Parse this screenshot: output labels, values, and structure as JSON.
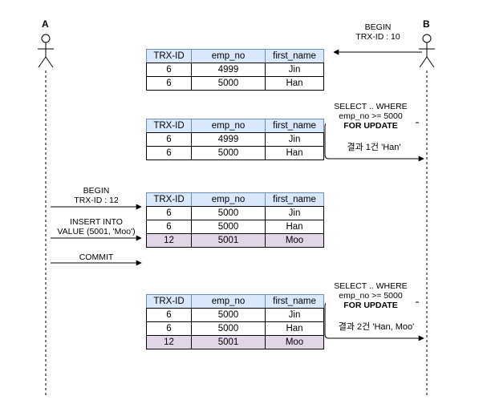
{
  "actors": [
    {
      "id": "A",
      "name": "A"
    },
    {
      "id": "B",
      "name": "B"
    }
  ],
  "table_columns": [
    "TRX-ID",
    "emp_no",
    "first_name"
  ],
  "tables": [
    {
      "rows": [
        [
          "6",
          "4999",
          "Jin"
        ],
        [
          "6",
          "5000",
          "Han"
        ]
      ],
      "highlight_rows": []
    },
    {
      "rows": [
        [
          "6",
          "4999",
          "Jin"
        ],
        [
          "6",
          "5000",
          "Han"
        ]
      ],
      "highlight_rows": []
    },
    {
      "rows": [
        [
          "6",
          "5000",
          "Jin"
        ],
        [
          "6",
          "5000",
          "Han"
        ],
        [
          "12",
          "5001",
          "Moo"
        ]
      ],
      "highlight_rows": [
        2
      ]
    },
    {
      "rows": [
        [
          "6",
          "5000",
          "Jin"
        ],
        [
          "6",
          "5000",
          "Han"
        ],
        [
          "12",
          "5001",
          "Moo"
        ]
      ],
      "highlight_rows": [
        2
      ]
    }
  ],
  "messages": {
    "b_begin": {
      "line1": "BEGIN",
      "line2": "TRX-ID : 10"
    },
    "b_select1": {
      "line1": "SELECT .. WHERE",
      "line2": "emp_no >= 5000",
      "line3": "FOR UPDATE",
      "result": "결과 1건 'Han'"
    },
    "a_begin": {
      "line1": "BEGIN",
      "line2": "TRX-ID : 12"
    },
    "a_insert": {
      "line1": "INSERT INTO",
      "line2": "VALUE (5001, 'Moo')"
    },
    "a_commit": {
      "line1": "COMMIT"
    },
    "b_select2": {
      "line1": "SELECT .. WHERE",
      "line2": "emp_no >= 5000",
      "line3": "FOR UPDATE",
      "result": "결과 2건 'Han, Moo'"
    }
  },
  "colors": {
    "header_fill": "#dae8fc",
    "header_stroke": "#6c8ebf",
    "highlight_fill": "#e1d5e7"
  }
}
